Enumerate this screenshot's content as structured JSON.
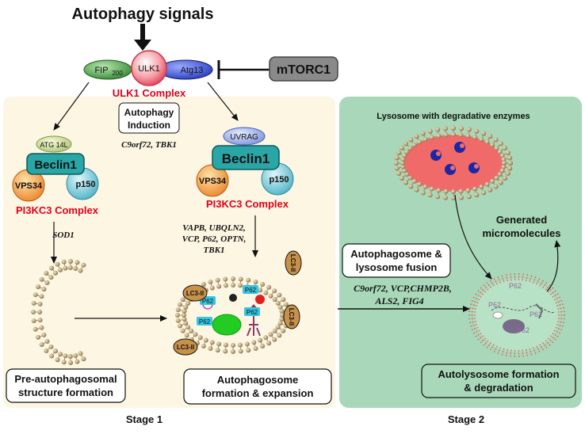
{
  "title": "Autophagy signals",
  "ulk1_complex": {
    "fip200": "FIP",
    "fip200_sub": "200",
    "ulk1": "ULK1",
    "atg13": "Atg13",
    "label": "ULK1 Complex"
  },
  "mtorc1": "mTORC1",
  "induction": {
    "line1": "Autophagy",
    "line2": "Induction",
    "genes": "C9orf72, TBK1"
  },
  "left_pi3k": {
    "atg14l": "ATG 14L",
    "beclin": "Beclin1",
    "vps34": "VPS34",
    "p150": "p150",
    "label": "PI3KC3 Complex",
    "gene": "SOD1"
  },
  "mid_pi3k": {
    "uvrag": "UVRAG",
    "beclin": "Beclin1",
    "vps34": "VPS34",
    "p150": "p150",
    "label": "PI3KC3 Complex",
    "genes": [
      "VAPB, UBQLN2,",
      "VCP, P62, OPTN,",
      "TBK1"
    ]
  },
  "autophagosome": {
    "lc3": "LC3-II",
    "p62": "P62"
  },
  "boxes": {
    "pre_line1": "Pre-autophagosomal",
    "pre_line2": "structure formation",
    "auto_line1": "Autophagosome",
    "auto_line2": "formation & expansion",
    "fusion_line1": "Autophagosome &",
    "fusion_line2": "lysosome fusion",
    "autolys_line1": "Autolysosome formation",
    "autolys_line2": "& degradation"
  },
  "fusion_genes": [
    "C9orf72, VCP,CHMP2B,",
    "ALS2, FIG4"
  ],
  "lysosome_label": "Lysosome with degradative enzymes",
  "generated": [
    "Generated",
    "micromolecules"
  ],
  "stages": {
    "stage1": "Stage 1",
    "stage2": "Stage 2"
  },
  "colors": {
    "stage1_bg": "#fdf6e3",
    "stage2_bg": "#a8d8b9",
    "red_label": "#e0001a",
    "beclin_fill": "#2aa6a6",
    "vps34_fill": "#f08c28",
    "p150_fill": "#4bb8c8",
    "fip_fill": "#2e8b2e",
    "ulk1_fill": "#f5a0a8",
    "atg13_fill": "#2244cc",
    "mtorc1_fill": "#8a8a8a",
    "lysosome_fill": "#f06a6a",
    "lc3_fill": "#c8914a"
  }
}
